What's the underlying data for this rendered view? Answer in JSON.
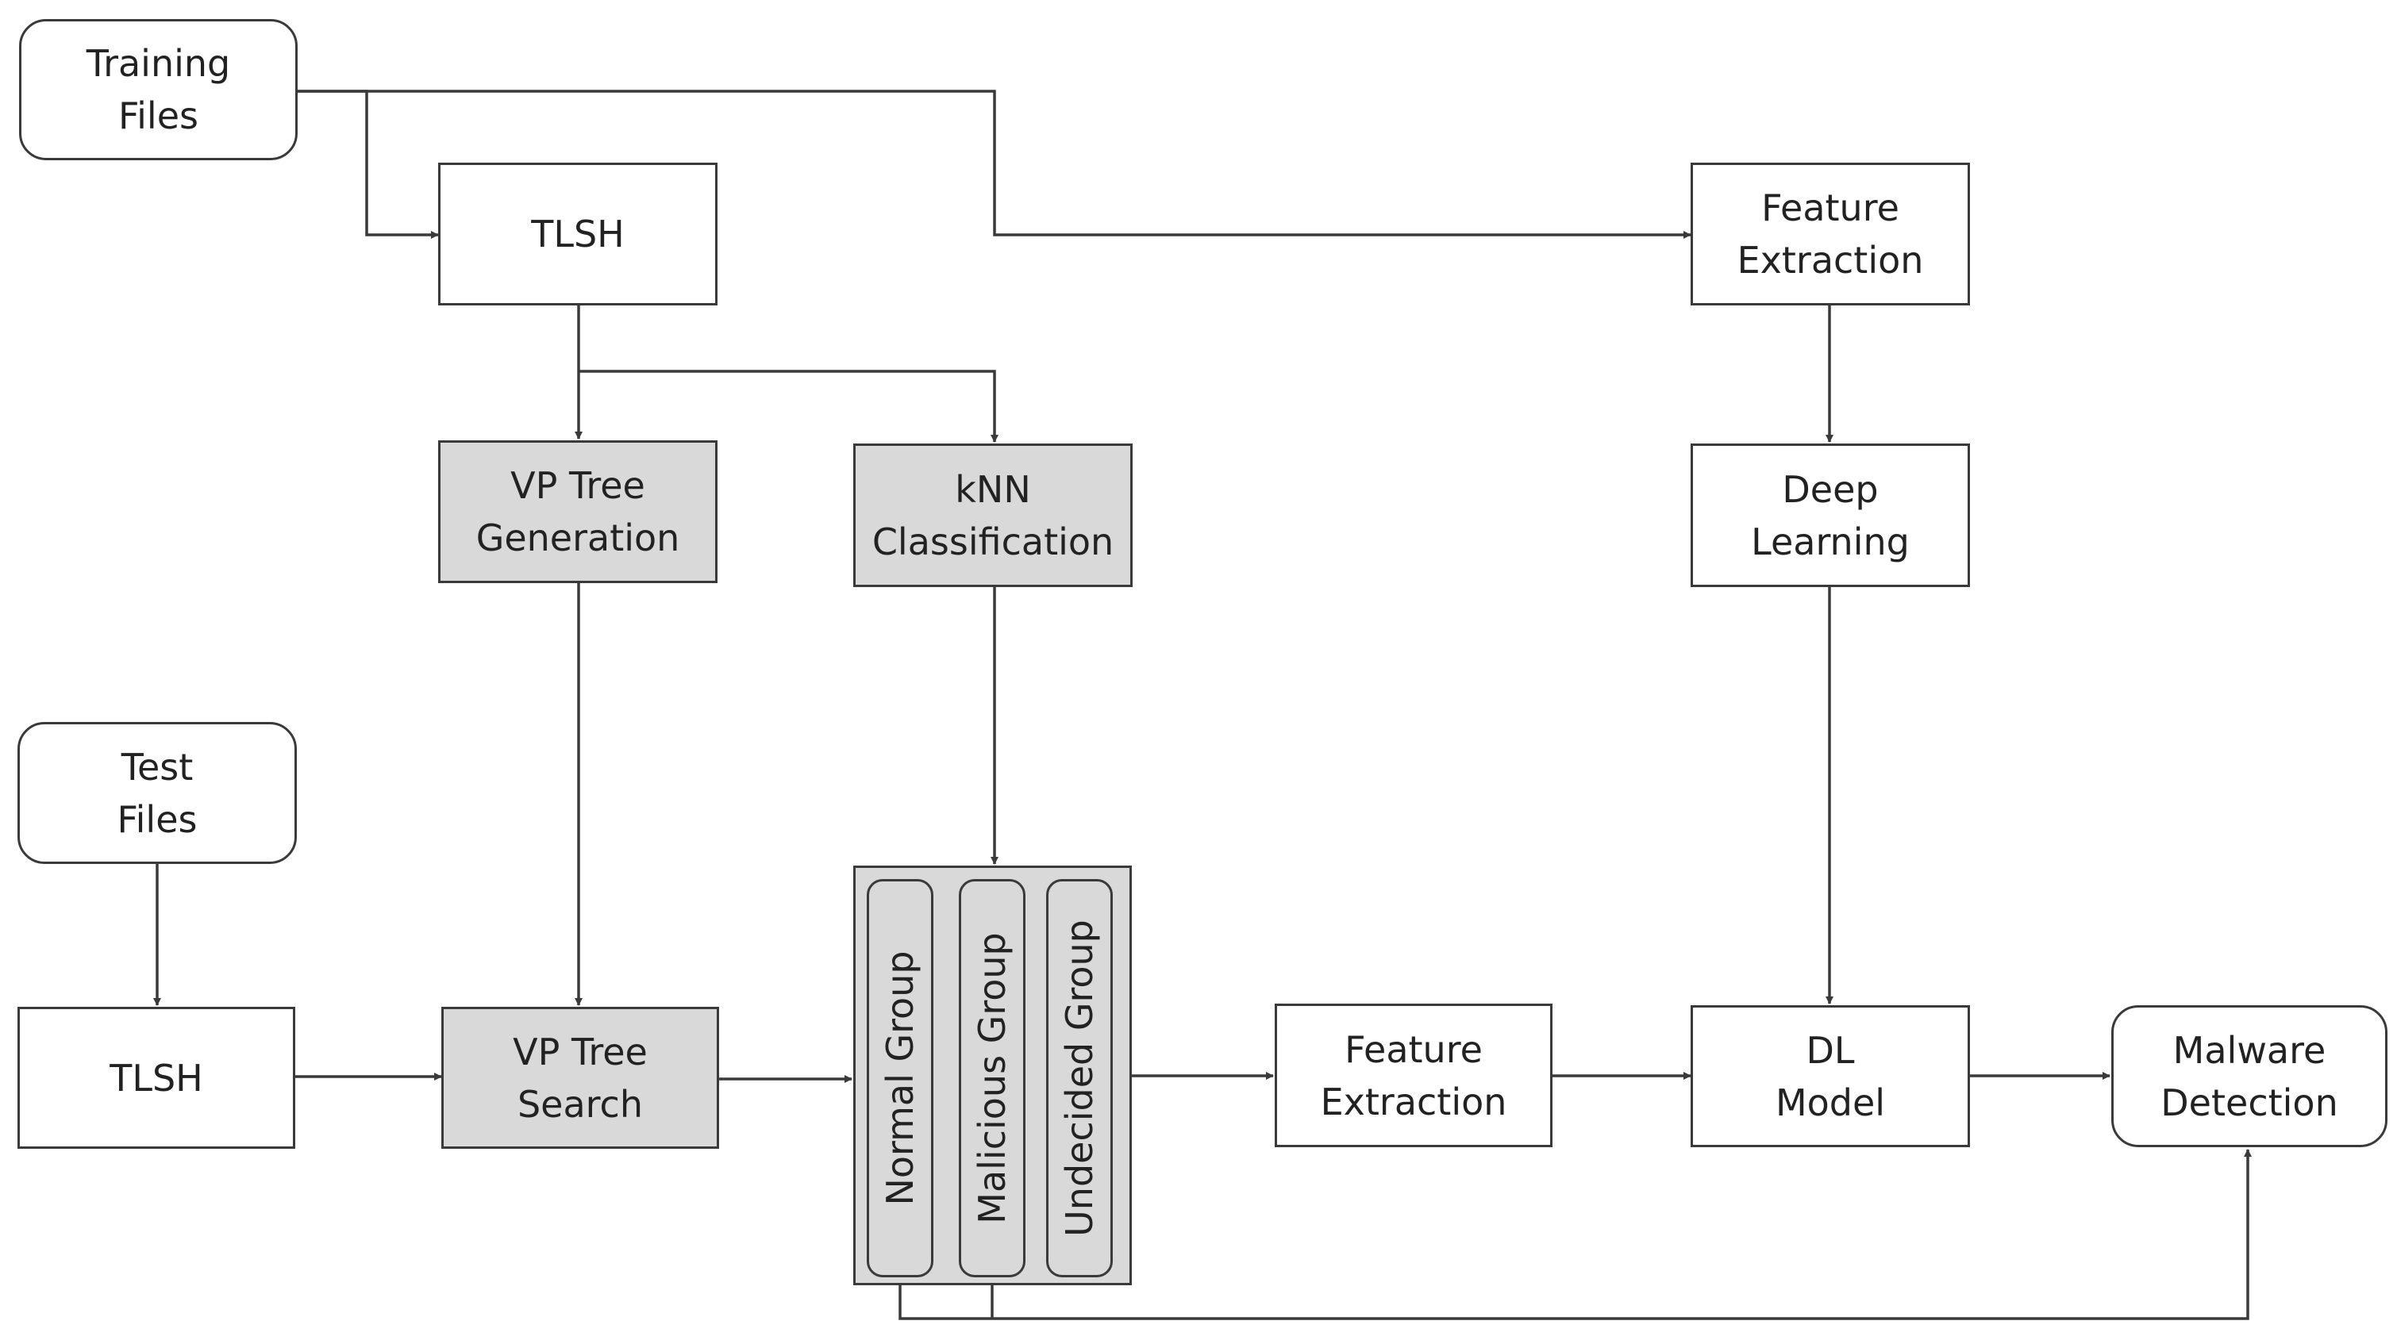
{
  "nodes": {
    "training_files": [
      "Training",
      "Files"
    ],
    "tlsh_top": [
      "TLSH"
    ],
    "feature_extraction_top": [
      "Feature",
      "Extraction"
    ],
    "vp_tree_generation": [
      "VP Tree",
      "Generation"
    ],
    "knn_classification": [
      "kNN",
      "Classification"
    ],
    "deep_learning": [
      "Deep",
      "Learning"
    ],
    "test_files": [
      "Test",
      "Files"
    ],
    "tlsh_bottom": [
      "TLSH"
    ],
    "vp_tree_search": [
      "VP Tree",
      "Search"
    ],
    "feature_extraction_bottom": [
      "Feature",
      "Extraction"
    ],
    "dl_model": [
      "DL",
      "Model"
    ],
    "malware_detection": [
      "Malware",
      "Detection"
    ]
  },
  "groups": {
    "normal": "Normal Group",
    "malicious": "Malicious Group",
    "undecided": "Undecided Group"
  },
  "colors": {
    "line": "#3a3a3a",
    "shaded_fill": "#d9d9d9",
    "plain_fill": "#ffffff"
  }
}
